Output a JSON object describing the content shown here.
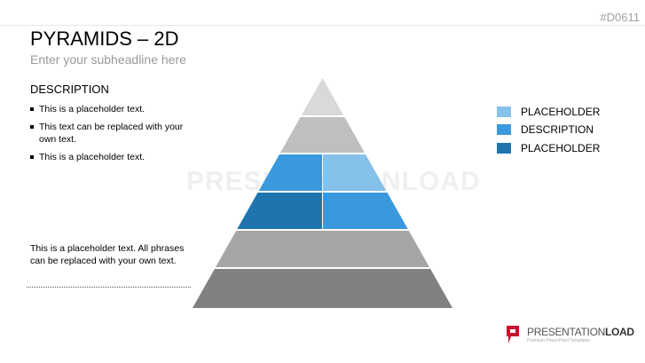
{
  "slide_code": "#D0611",
  "title": "PYRAMIDS – 2D",
  "subheadline": "Enter your subheadline here",
  "description": {
    "heading": "DESCRIPTION",
    "bullets": [
      "This is a placeholder text.",
      "This text can be replaced with your own text.",
      "This is a placeholder text."
    ],
    "note": "This is a placeholder text. All phrases can be replaced with your own text."
  },
  "legend": [
    {
      "label": "PLACEHOLDER",
      "color": "#85c1e9"
    },
    {
      "label": "DESCRIPTION",
      "color": "#3a99dc"
    },
    {
      "label": "PLACEHOLDER",
      "color": "#1f74ae"
    }
  ],
  "pyramid_colors": {
    "level1": "#d9d9d9",
    "level2": "#bfbfbf",
    "level3_left": "#3a99dc",
    "level3_right": "#85c1e9",
    "level4_left": "#1f74ae",
    "level4_right": "#3a99dc",
    "level5": "#a6a6a6",
    "level6": "#808080"
  },
  "watermark": "PRESENTATIONLOAD",
  "logo": {
    "name_light": "PRESENTATION",
    "name_bold": "LOAD",
    "tagline": "Premium PowerPoint Templates",
    "color": "#c8102e"
  }
}
